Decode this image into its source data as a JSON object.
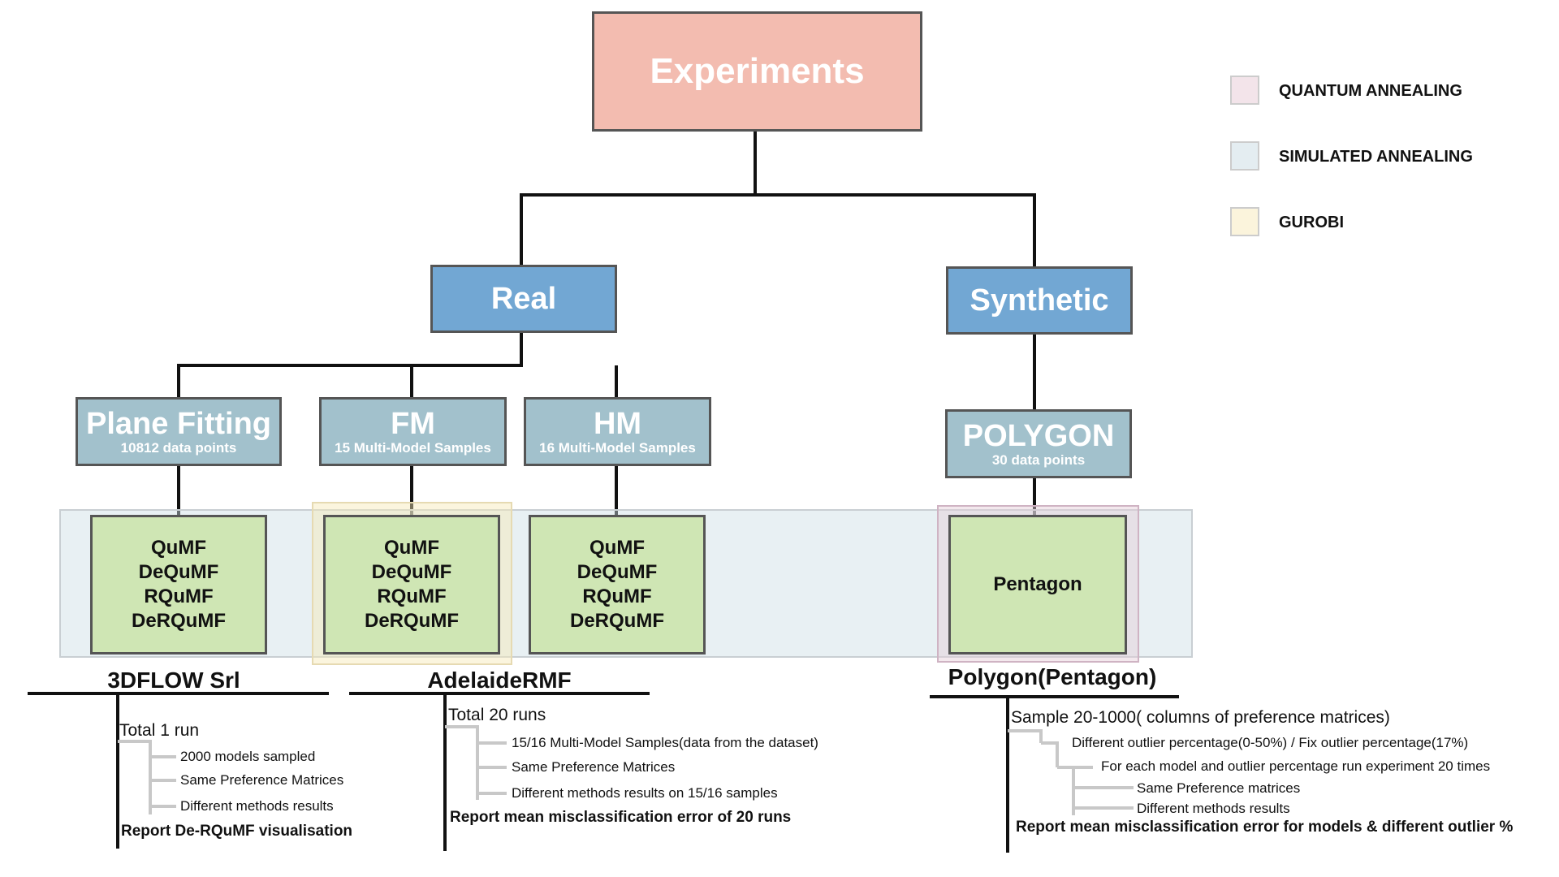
{
  "root": {
    "label": "Experiments"
  },
  "categories": {
    "real": {
      "label": "Real"
    },
    "synthetic": {
      "label": "Synthetic"
    }
  },
  "datasets": {
    "plane_fitting": {
      "label": "Plane Fitting",
      "sub": "10812 data points"
    },
    "fm": {
      "label": "FM",
      "sub": "15 Multi-Model Samples"
    },
    "hm": {
      "label": "HM",
      "sub": "16 Multi-Model Samples"
    },
    "polygon": {
      "label": "POLYGON",
      "sub": "30 data points"
    }
  },
  "methods": [
    "QuMF",
    "DeQuMF",
    "RQuMF",
    "DeRQuMF"
  ],
  "pentagon": {
    "label": "Pentagon"
  },
  "legend": [
    {
      "label": "QUANTUM ANNEALING",
      "color": "#f3e4ea"
    },
    {
      "label": "SIMULATED ANNEALING",
      "color": "#e4edf1"
    },
    {
      "label": "GUROBI",
      "color": "#fbf4dc"
    }
  ],
  "sections": {
    "flow": {
      "title": "3DFLOW Srl",
      "total": "Total 1 run",
      "items": [
        "2000 models sampled",
        "Same Preference Matrices",
        "Different methods results"
      ],
      "report": "Report De-RQuMF visualisation"
    },
    "adelaide": {
      "title": "AdelaideRMF",
      "total": "Total 20 runs",
      "items": [
        "15/16 Multi-Model Samples(data from the dataset)",
        "Same Preference Matrices",
        "Different methods results on 15/16 samples"
      ],
      "report": "Report mean misclassification error of 20 runs"
    },
    "polygon": {
      "title": "Polygon(Pentagon)",
      "total": "Sample  20-1000( columns of preference matrices)",
      "items": [
        "Different outlier percentage(0-50%) / Fix outlier percentage(17%)",
        "For each model and outlier percentage run experiment 20 times",
        "Same Preference matrices",
        "Different methods results"
      ],
      "report": "Report mean misclassification error for models & different outlier %"
    }
  },
  "colors": {
    "root": "#f3bcb0",
    "category": "#72a7d3",
    "dataset": "#a2c1cc",
    "method": "#cfe6b4",
    "simulated_band": "#cdd9e0",
    "gurobi_band": "#f6e9b5",
    "quantum_band": "#e4cdd8"
  }
}
